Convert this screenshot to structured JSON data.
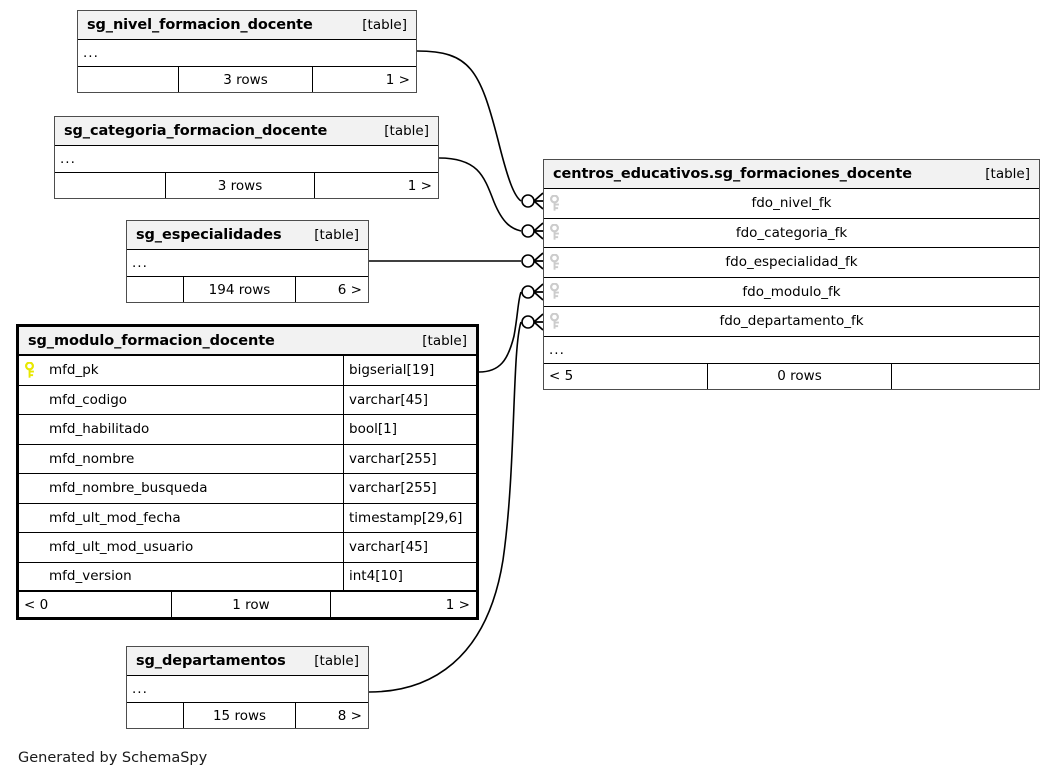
{
  "diagram": {
    "type": "entity-relationship-diagram",
    "generator_credit": "Generated by SchemaSpy",
    "kind_label": "[table]",
    "ellipsis": "...",
    "key_color_pk": "#e8e800",
    "key_color_fk": "#cccccc",
    "header_bg": "#f2f2f2",
    "border_color": "#4d4d4d",
    "focus_border_color": "#000000"
  },
  "tables": [
    {
      "id": "sg_nivel_formacion_docente",
      "name": "sg_nivel_formacion_docente",
      "kind": "[table]",
      "focus": false,
      "collapsed": true,
      "ellipsis": "...",
      "footer": {
        "left": "",
        "mid": "3 rows",
        "right": "1 >"
      },
      "columns": []
    },
    {
      "id": "sg_categoria_formacion_docente",
      "name": "sg_categoria_formacion_docente",
      "kind": "[table]",
      "focus": false,
      "collapsed": true,
      "ellipsis": "...",
      "footer": {
        "left": "",
        "mid": "3 rows",
        "right": "1 >"
      },
      "columns": []
    },
    {
      "id": "sg_especialidades",
      "name": "sg_especialidades",
      "kind": "[table]",
      "focus": false,
      "collapsed": true,
      "ellipsis": "...",
      "footer": {
        "left": "",
        "mid": "194 rows",
        "right": "6 >"
      },
      "columns": []
    },
    {
      "id": "sg_modulo_formacion_docente",
      "name": "sg_modulo_formacion_docente",
      "kind": "[table]",
      "focus": true,
      "collapsed": false,
      "ellipsis": "",
      "footer": {
        "left": "< 0",
        "mid": "1 row",
        "right": "1 >"
      },
      "columns": [
        {
          "key": "primary",
          "name": "mfd_pk",
          "type": "bigserial[19]"
        },
        {
          "key": "none",
          "name": "mfd_codigo",
          "type": "varchar[45]"
        },
        {
          "key": "none",
          "name": "mfd_habilitado",
          "type": "bool[1]"
        },
        {
          "key": "none",
          "name": "mfd_nombre",
          "type": "varchar[255]"
        },
        {
          "key": "none",
          "name": "mfd_nombre_busqueda",
          "type": "varchar[255]"
        },
        {
          "key": "none",
          "name": "mfd_ult_mod_fecha",
          "type": "timestamp[29,6]"
        },
        {
          "key": "none",
          "name": "mfd_ult_mod_usuario",
          "type": "varchar[45]"
        },
        {
          "key": "none",
          "name": "mfd_version",
          "type": "int4[10]"
        }
      ]
    },
    {
      "id": "sg_departamentos",
      "name": "sg_departamentos",
      "kind": "[table]",
      "focus": false,
      "collapsed": true,
      "ellipsis": "...",
      "footer": {
        "left": "",
        "mid": "15 rows",
        "right": "8 >"
      },
      "columns": []
    },
    {
      "id": "centros_educativos.sg_formaciones_docente",
      "name": "centros_educativos.sg_formaciones_docente",
      "kind": "[table]",
      "focus": false,
      "collapsed": false,
      "ellipsis": "...",
      "footer": {
        "left": "< 5",
        "mid": "0 rows",
        "right": ""
      },
      "columns": [
        {
          "key": "foreign",
          "name": "fdo_nivel_fk",
          "type": ""
        },
        {
          "key": "foreign",
          "name": "fdo_categoria_fk",
          "type": ""
        },
        {
          "key": "foreign",
          "name": "fdo_especialidad_fk",
          "type": ""
        },
        {
          "key": "foreign",
          "name": "fdo_modulo_fk",
          "type": ""
        },
        {
          "key": "foreign",
          "name": "fdo_departamento_fk",
          "type": ""
        }
      ]
    }
  ],
  "relationships": [
    {
      "from": "sg_nivel_formacion_docente",
      "to_column": "fdo_nivel_fk",
      "cardinality": "zero-or-many"
    },
    {
      "from": "sg_categoria_formacion_docente",
      "to_column": "fdo_categoria_fk",
      "cardinality": "zero-or-many"
    },
    {
      "from": "sg_especialidades",
      "to_column": "fdo_especialidad_fk",
      "cardinality": "zero-or-many"
    },
    {
      "from": "sg_modulo_formacion_docente",
      "to_column": "fdo_modulo_fk",
      "cardinality": "zero-or-many"
    },
    {
      "from": "sg_departamentos",
      "to_column": "fdo_departamento_fk",
      "cardinality": "zero-or-many"
    }
  ]
}
